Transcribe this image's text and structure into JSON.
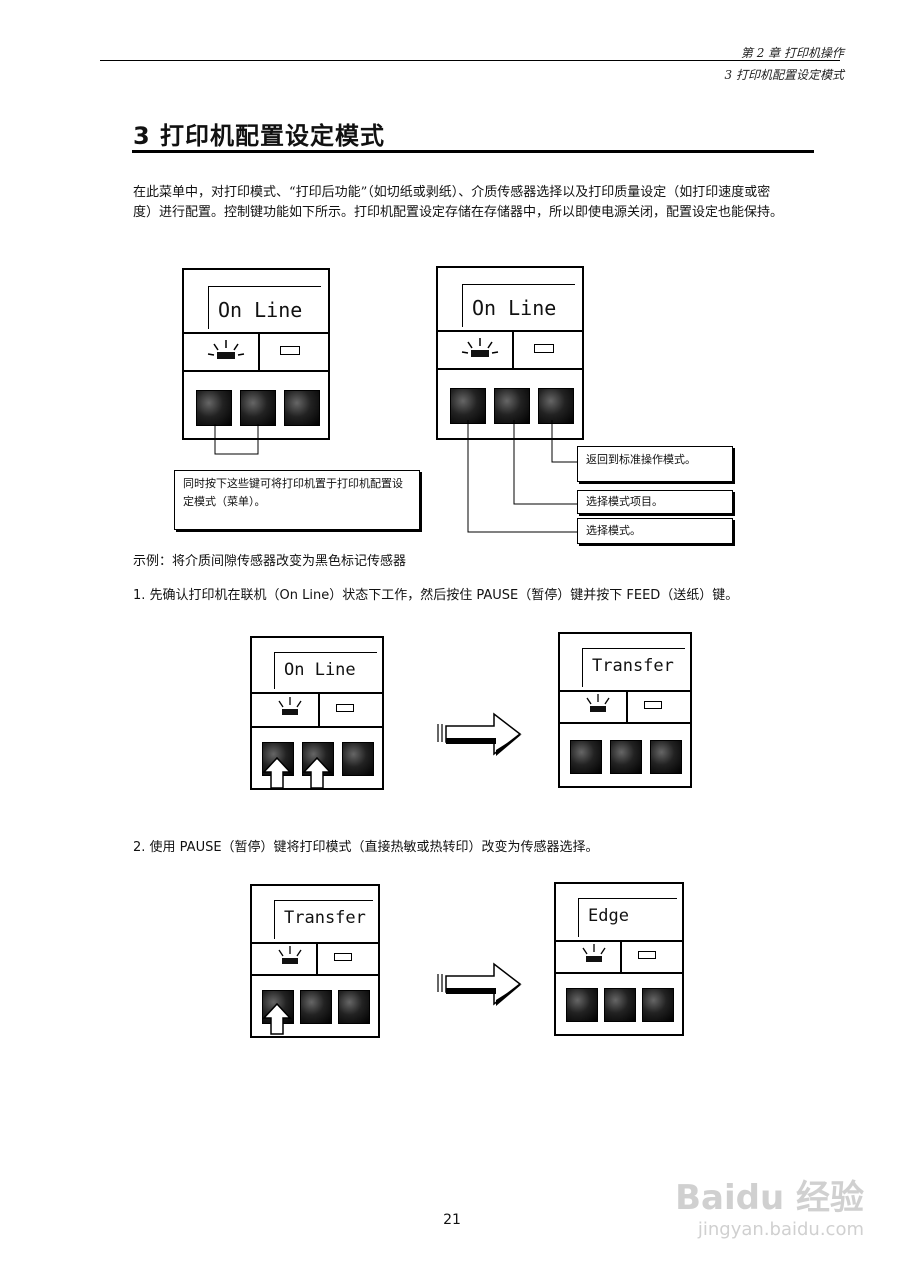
{
  "header": {
    "chapter": "第 2 章  打印机操作",
    "section": "3  打印机配置设定模式"
  },
  "title": "3  打印机配置设定模式",
  "intro": "在此菜单中，对打印模式、“打印后功能”（如切纸或剥纸）、介质传感器选择以及打印质量设定（如打印速度或密度）进行配置。控制键功能如下所示。打印机配置设定存储在存储器中，所以即使电源关闭，配置设定也能保持。",
  "fig1": {
    "left_lcd": "On Line",
    "right_lcd": "On Line",
    "callout_left": "同时按下这些键可将打印机置于打印机配置设定模式（菜单）。",
    "callout_key3": "返回到标准操作模式。",
    "callout_key2": "选择模式项目。",
    "callout_key1": "选择模式。"
  },
  "example_label": "示例：将介质间隙传感器改变为黑色标记传感器",
  "step1": "1.  先确认打印机在联机（On Line）状态下工作，然后按住 PAUSE（暂停）键并按下 FEED（送纸）键。",
  "fig2": {
    "before_lcd": "On Line",
    "after_lcd": "Transfer"
  },
  "step2": "2.  使用 PAUSE（暂停）键将打印模式（直接热敏或热转印）改变为传感器选择。",
  "fig3": {
    "before_lcd": "Transfer",
    "after_lcd": "Edge"
  },
  "page_number": "21",
  "watermark": {
    "brand": "Baidu 经验",
    "url": "jingyan.baidu.com"
  }
}
